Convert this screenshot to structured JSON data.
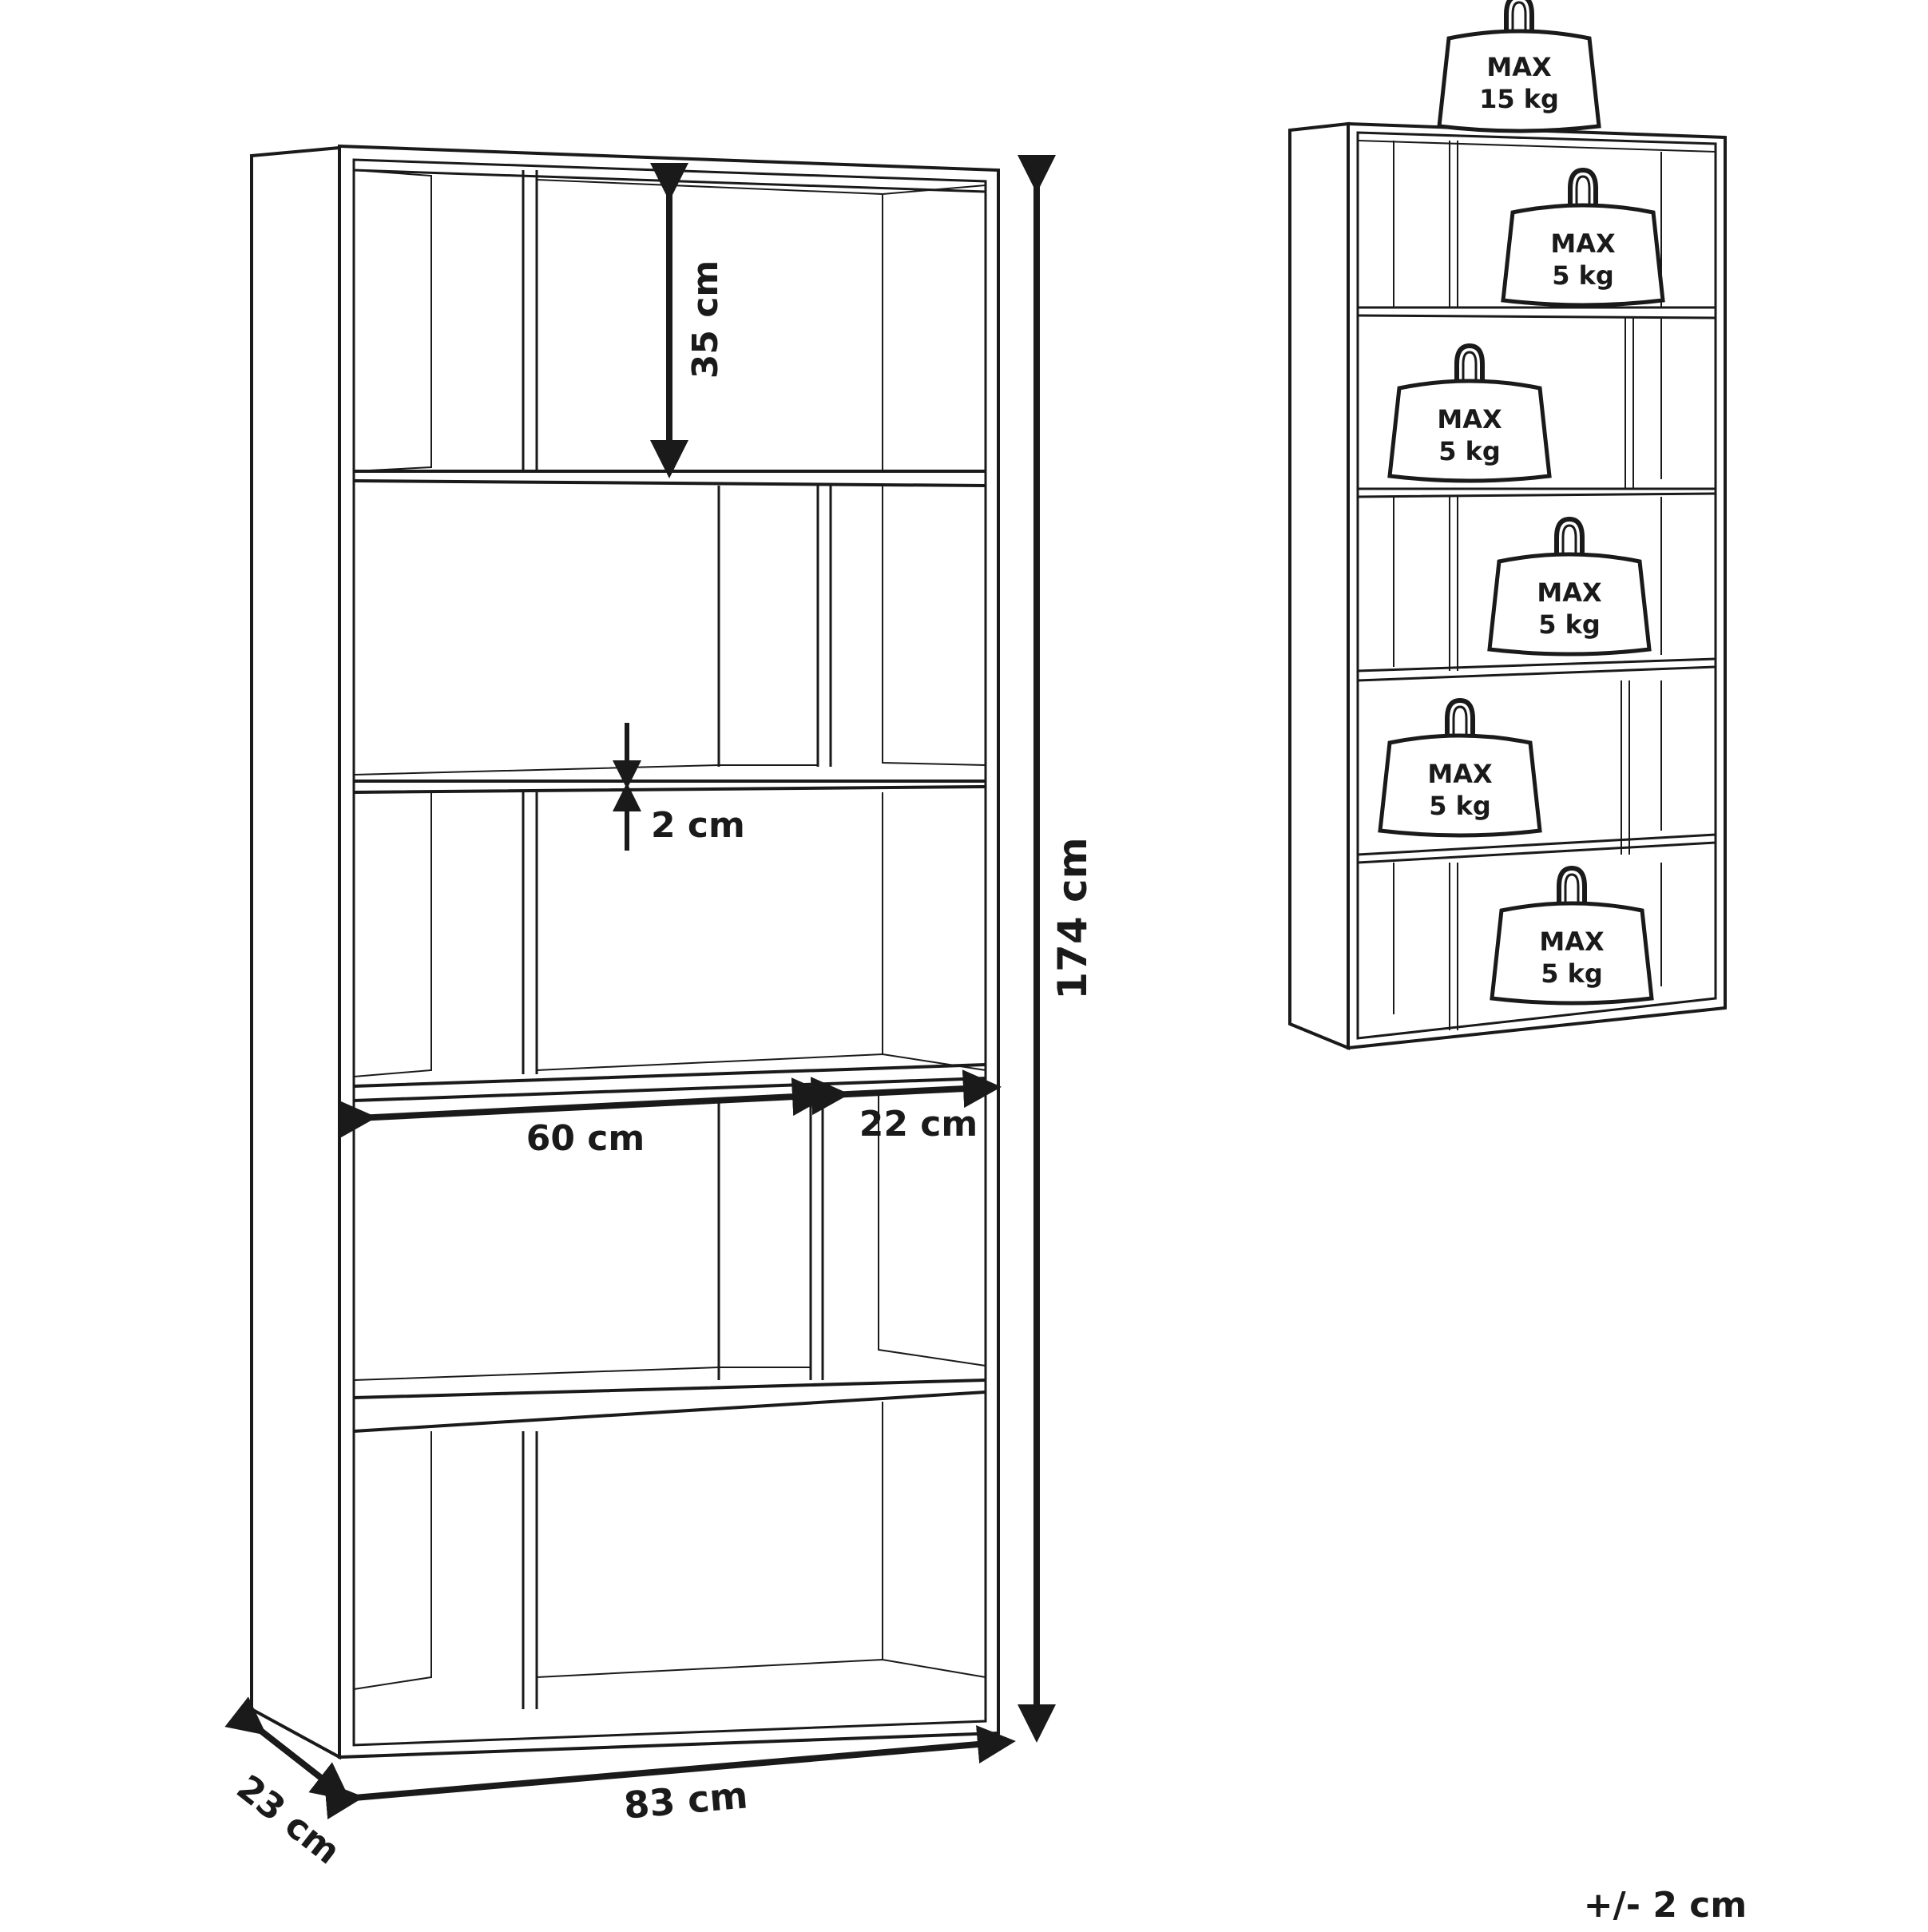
{
  "dimensions": {
    "shelf_height": "35 cm",
    "shelf_thickness": "2 cm",
    "total_height": "174 cm",
    "wide_compartment": "60 cm",
    "narrow_compartment": "22 cm",
    "width": "83 cm",
    "depth": "23 cm",
    "tolerance": "+/- 2 cm"
  },
  "load": {
    "top_max": "MAX",
    "top_weight": "15 kg",
    "shelves": [
      {
        "max": "MAX",
        "weight": "5 kg"
      },
      {
        "max": "MAX",
        "weight": "5 kg"
      },
      {
        "max": "MAX",
        "weight": "5 kg"
      },
      {
        "max": "MAX",
        "weight": "5 kg"
      },
      {
        "max": "MAX",
        "weight": "5 kg"
      }
    ]
  },
  "colors": {
    "line": "#1a1a1a",
    "background": "#ffffff"
  }
}
